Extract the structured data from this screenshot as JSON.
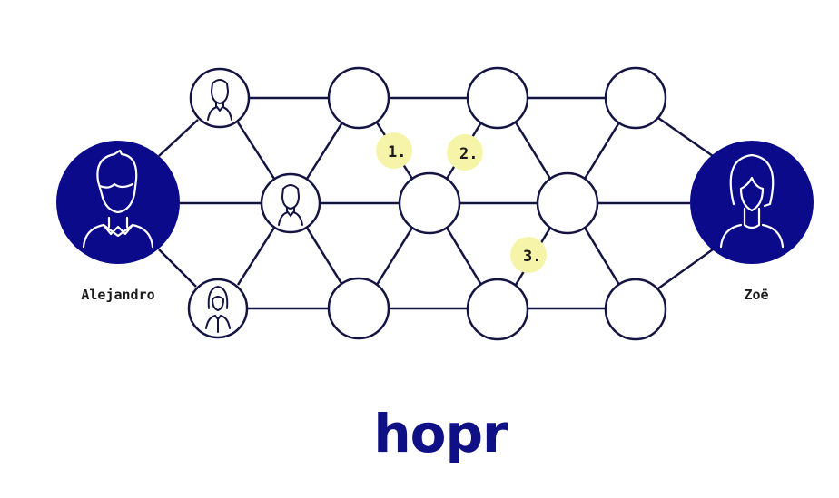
{
  "colors": {
    "edge": "#141442",
    "endpoint_fill": "#0a0a8a",
    "endpoint_stroke": "#ffffff",
    "relay_fill": "#ffffff",
    "step_highlight": "#f6f4a8",
    "logo": "#0f0f86"
  },
  "endpoints": {
    "sender": {
      "name": "Alejandro",
      "avatar": "male-person-icon"
    },
    "receiver": {
      "name": "Zoë",
      "avatar": "female-person-icon"
    }
  },
  "relay_nodes": [
    {
      "id": "A1",
      "avatar": "male-person-icon"
    },
    {
      "id": "M1",
      "avatar": "male-person-icon"
    },
    {
      "id": "B1",
      "avatar": "female-person-icon"
    },
    {
      "id": "T1"
    },
    {
      "id": "T2"
    },
    {
      "id": "T3"
    },
    {
      "id": "M2"
    },
    {
      "id": "M3"
    },
    {
      "id": "B2"
    },
    {
      "id": "B3"
    },
    {
      "id": "B4"
    }
  ],
  "steps": [
    {
      "label": "1."
    },
    {
      "label": "2."
    },
    {
      "label": "3."
    }
  ],
  "logo": {
    "text": "hopr"
  }
}
